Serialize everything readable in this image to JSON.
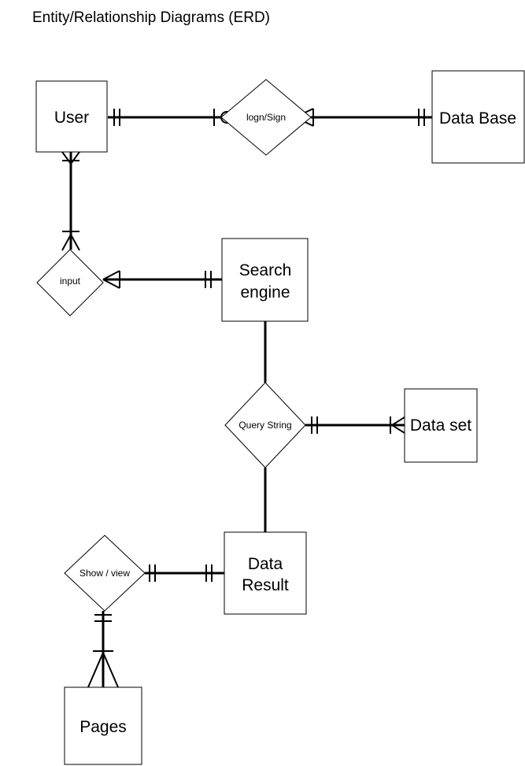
{
  "diagram": {
    "title": "Entity/Relationship Diagrams (ERD)",
    "entities": {
      "user": "User",
      "database": "Data Base",
      "search_engine": [
        "Search",
        "engine"
      ],
      "dataset": "Data set",
      "data_result": [
        "Data",
        "Result"
      ],
      "pages": "Pages"
    },
    "relationships": {
      "login": "logn/Sign",
      "input": "input",
      "query": "Query String",
      "show": "Show / view"
    }
  }
}
